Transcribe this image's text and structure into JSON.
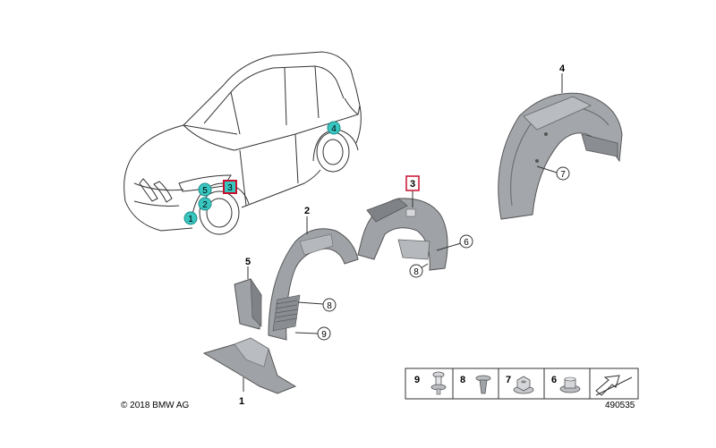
{
  "vehicle_callouts": [
    {
      "num": "1",
      "style": "teal-circle"
    },
    {
      "num": "2",
      "style": "teal-circle"
    },
    {
      "num": "5",
      "style": "teal-circle"
    },
    {
      "num": "3",
      "style": "red-square"
    },
    {
      "num": "4",
      "style": "teal-circle"
    }
  ],
  "part_labels": {
    "p1": "1",
    "p2": "2",
    "p3": "3",
    "p4": "4",
    "p5": "5",
    "p6": "6",
    "p7": "7",
    "p8a": "8",
    "p8b": "8",
    "p9": "9"
  },
  "fastener_legend": [
    {
      "num": "9",
      "icon": "push-rivet-icon"
    },
    {
      "num": "8",
      "icon": "expanding-rivet-icon"
    },
    {
      "num": "7",
      "icon": "hex-nut-icon"
    },
    {
      "num": "6",
      "icon": "washer-nut-icon"
    }
  ],
  "copyright": "© 2018 BMW AG",
  "diagram_id": "490535",
  "colors": {
    "teal": "#39c6c0",
    "red_box": "#c8102e",
    "line": "#444444",
    "part_fill": "#9fa2a6",
    "part_dark": "#6e7176"
  }
}
